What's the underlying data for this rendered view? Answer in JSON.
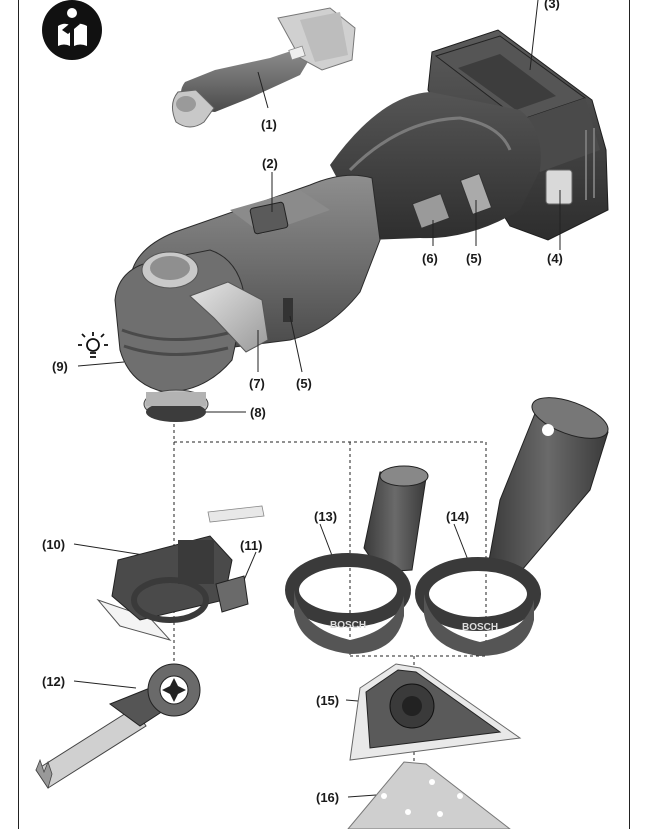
{
  "manual_icon": "read-manual-icon",
  "light_icon": "light-bulb-icon",
  "brand_text": "BOSCH",
  "callouts": [
    {
      "id": "c1",
      "text": "(1)"
    },
    {
      "id": "c2",
      "text": "(2)"
    },
    {
      "id": "c3",
      "text": "(3)"
    },
    {
      "id": "c4",
      "text": "(4)"
    },
    {
      "id": "c5a",
      "text": "(5)"
    },
    {
      "id": "c6",
      "text": "(6)"
    },
    {
      "id": "c5b",
      "text": "(5)"
    },
    {
      "id": "c7",
      "text": "(7)"
    },
    {
      "id": "c9",
      "text": "(9)"
    },
    {
      "id": "c8",
      "text": "(8)"
    },
    {
      "id": "c10",
      "text": "(10)"
    },
    {
      "id": "c11",
      "text": "(11)"
    },
    {
      "id": "c13",
      "text": "(13)"
    },
    {
      "id": "c14",
      "text": "(14)"
    },
    {
      "id": "c12",
      "text": "(12)"
    },
    {
      "id": "c15",
      "text": "(15)"
    },
    {
      "id": "c16",
      "text": "(16)"
    }
  ]
}
